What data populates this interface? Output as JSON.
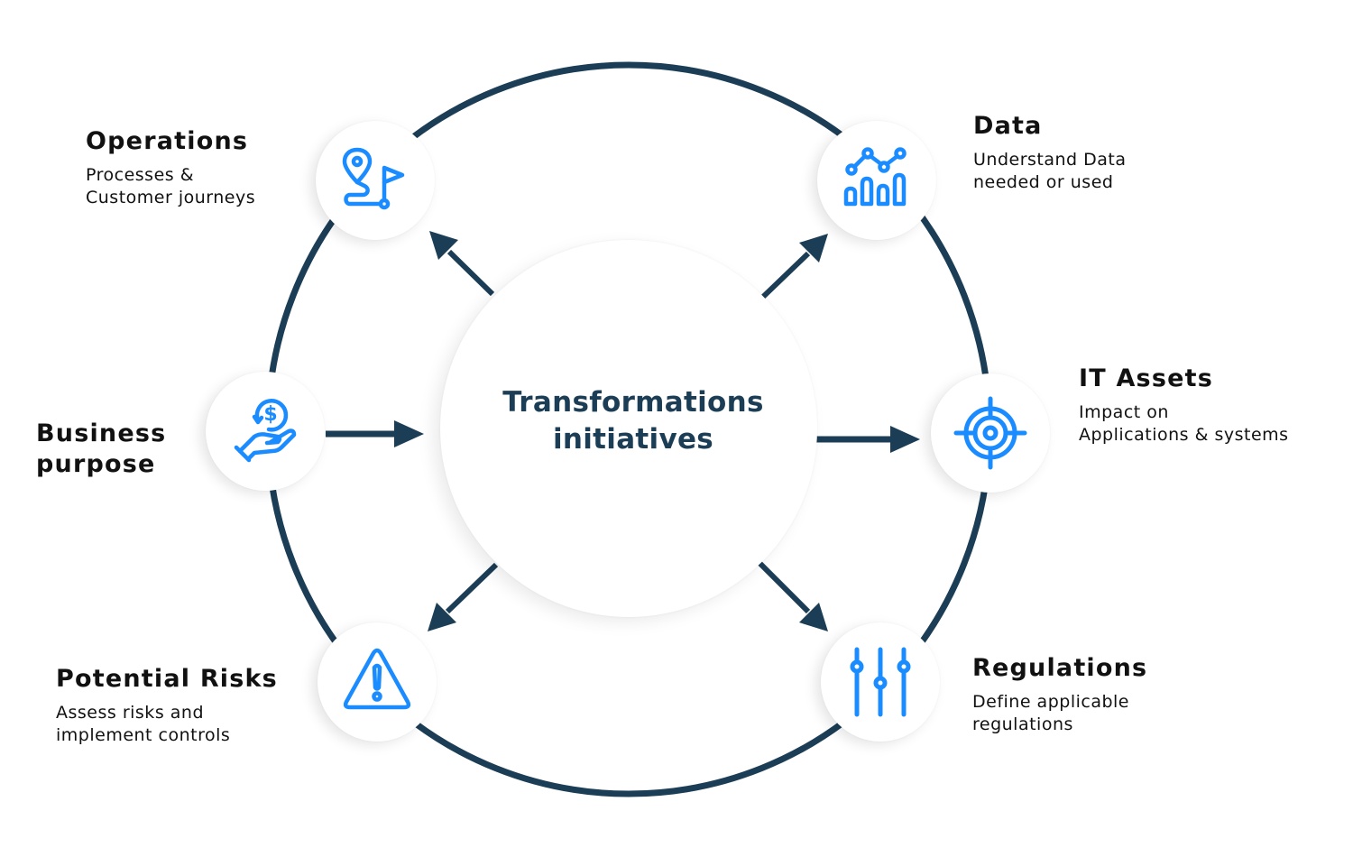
{
  "diagram": {
    "title": "Transformations initiatives",
    "center": {
      "line1": "Transformations",
      "line2": "initiatives"
    },
    "colors": {
      "ring": "#1b3d55",
      "icon": "#1a8cff",
      "text": "#111111",
      "center_text": "#1b3d55"
    },
    "nodes": [
      {
        "id": "operations",
        "icon": "route-map-pin-flag-icon",
        "title": "Operations",
        "desc_line1": "Processes &",
        "desc_line2": "Customer journeys"
      },
      {
        "id": "data",
        "icon": "line-bar-chart-icon",
        "title": "Data",
        "desc_line1": "Understand Data",
        "desc_line2": "needed or used"
      },
      {
        "id": "business",
        "icon": "hand-dollar-coin-icon",
        "title_line1": "Business",
        "title_line2": "purpose"
      },
      {
        "id": "it-assets",
        "icon": "target-crosshair-icon",
        "title": "IT Assets",
        "desc_line1": "Impact on",
        "desc_line2": "Applications & systems"
      },
      {
        "id": "risks",
        "icon": "warning-triangle-icon",
        "title": "Potential Risks",
        "desc_line1": "Assess risks and",
        "desc_line2": "implement controls"
      },
      {
        "id": "regulations",
        "icon": "sliders-icon",
        "title": "Regulations",
        "desc_line1": "Define applicable",
        "desc_line2": "regulations"
      }
    ]
  }
}
